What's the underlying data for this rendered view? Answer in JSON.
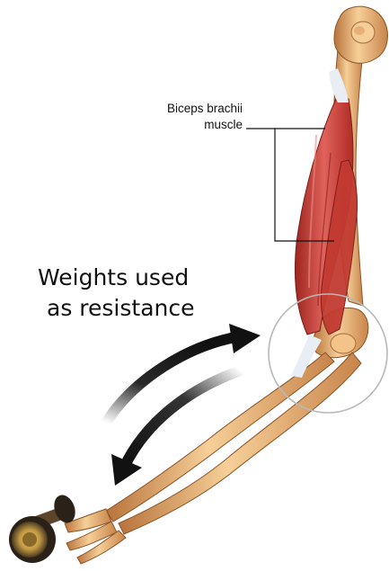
{
  "labels": {
    "muscle_line1": "Biceps brachii",
    "muscle_line2": "muscle",
    "weights_line1": "Weights used",
    "weights_line2": "as resistance"
  },
  "colors": {
    "bone": "#e8a866",
    "bone_light": "#f6cf98",
    "bone_shadow": "#b8733b",
    "muscle": "#c8382f",
    "muscle_light": "#e0625a",
    "tendon": "#e9eef4",
    "arrow": "#111111",
    "weight_dark": "#2a2218",
    "weight_gold": "#c49a44"
  },
  "icons": {
    "motion_arrows": "curved-double-arrow",
    "joint_marker": "circle-outline",
    "weight": "dumbbell"
  }
}
